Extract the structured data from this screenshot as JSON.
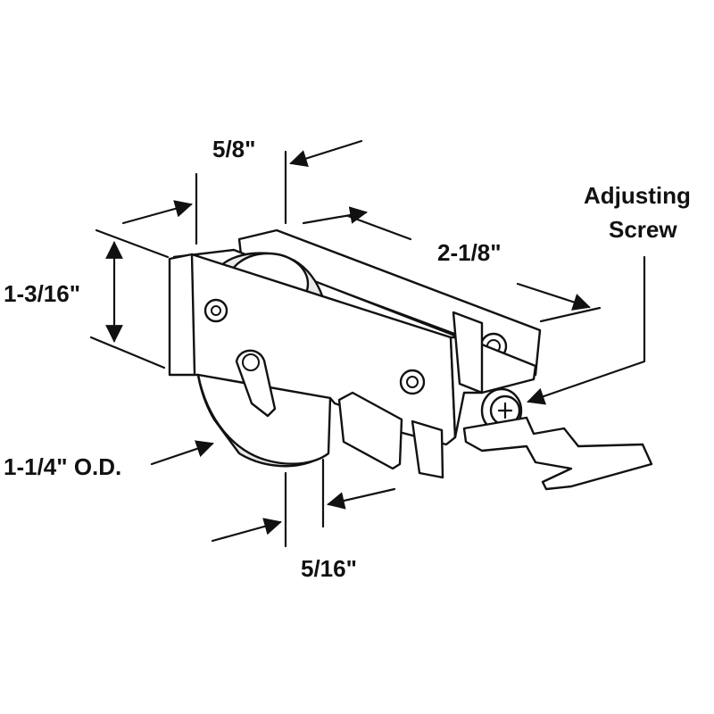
{
  "diagram": {
    "dimensions": {
      "depth_top": "5/8\"",
      "length": "2-1/8\"",
      "height": "1-3/16\"",
      "wheel_od": "1-1/4\" O.D.",
      "wheel_width": "5/16\""
    },
    "callouts": {
      "adjusting_line1": "Adjusting",
      "adjusting_line2": "Screw"
    }
  }
}
